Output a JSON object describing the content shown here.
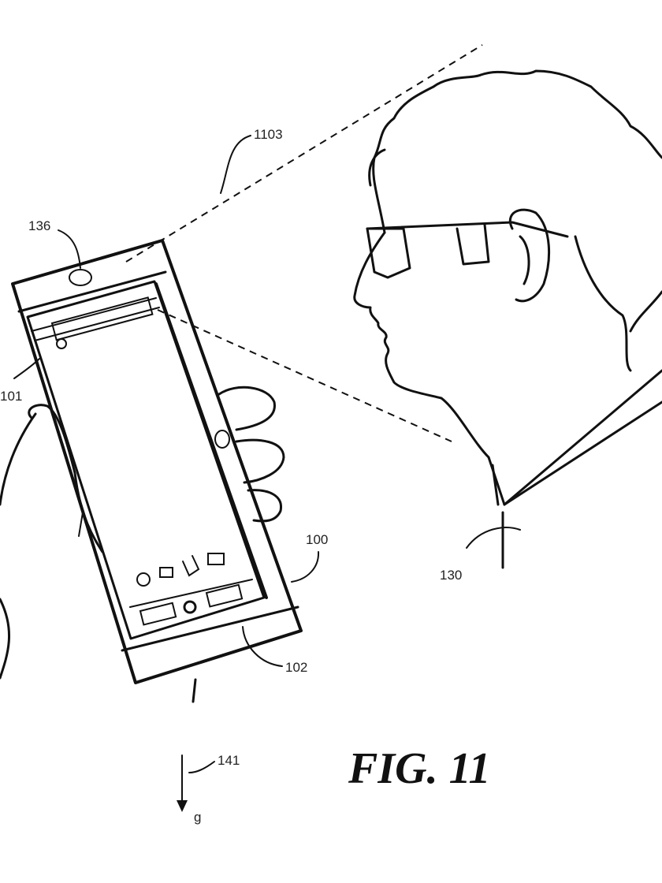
{
  "figure": {
    "title": "FIG. 11"
  },
  "labels": {
    "line_of_sight": "1103",
    "camera": "136",
    "display": "101",
    "device": "100",
    "user": "130",
    "housing_edge": "102",
    "gravity_ref": "141",
    "gravity_symbol": "g"
  }
}
